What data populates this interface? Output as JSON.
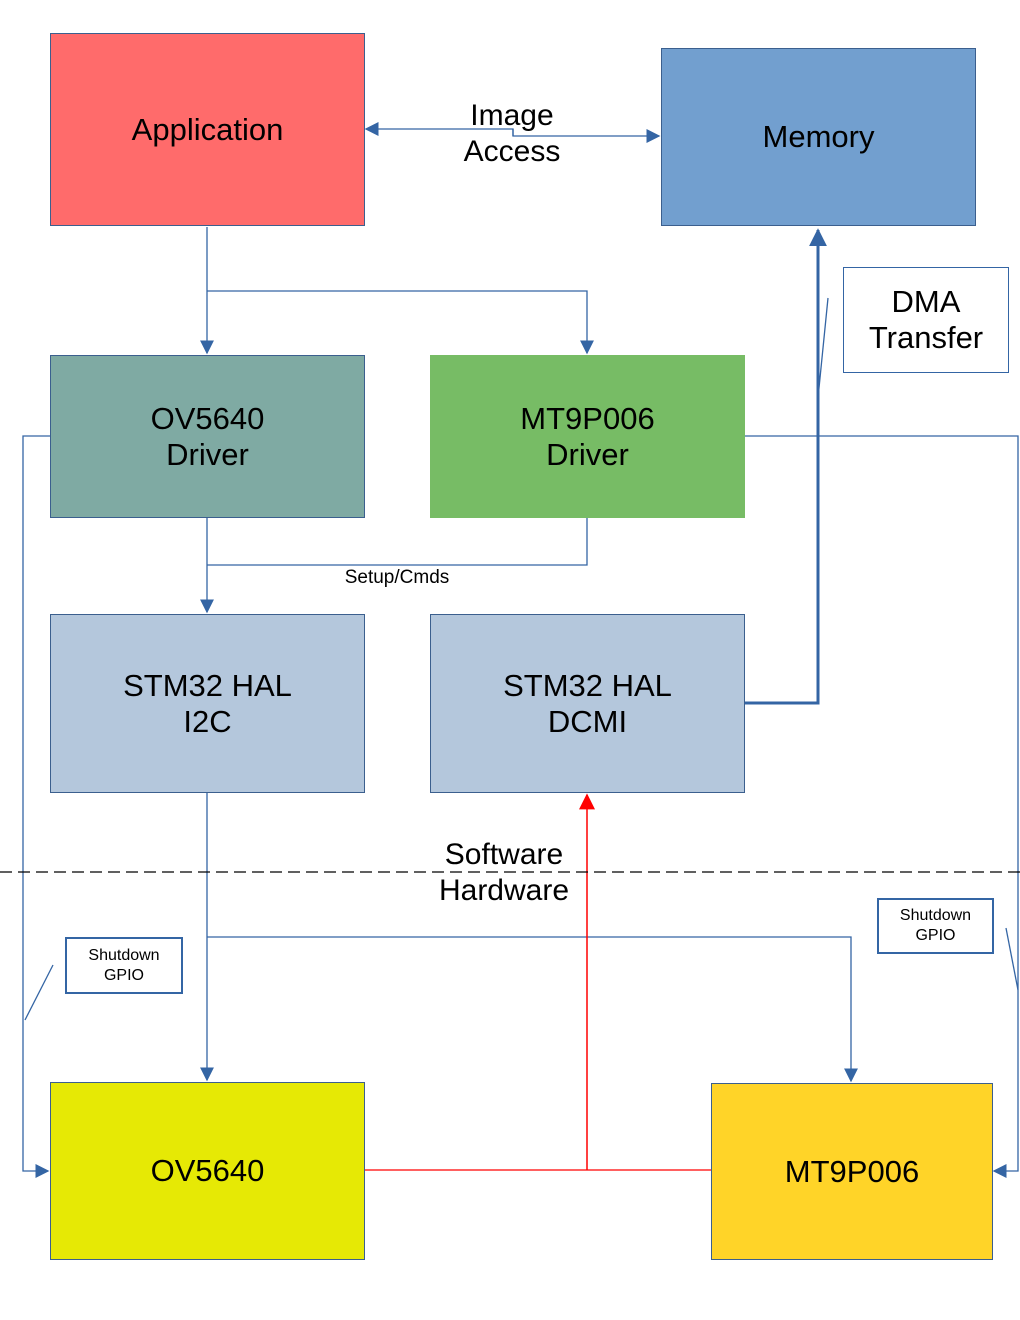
{
  "blocks": {
    "application": "Application",
    "memory": "Memory",
    "ov5640_driver": "OV5640\nDriver",
    "mt9p006_driver": "MT9P006\nDriver",
    "hal_i2c": "STM32 HAL\nI2C",
    "hal_dcmi": "STM32 HAL\nDCMI",
    "ov5640": "OV5640",
    "mt9p006": "MT9P006"
  },
  "annotations": {
    "image_access": "Image\nAccess",
    "dma_transfer": "DMA\nTransfer",
    "setup_cmds": "Setup/Cmds",
    "software": "Software",
    "hardware": "Hardware",
    "shutdown_gpio_left": "Shutdown\nGPIO",
    "shutdown_gpio_right": "Shutdown\nGPIO"
  },
  "colors": {
    "application": "#ff6b6b",
    "memory": "#729fcf",
    "ov5640_driver": "#7faaa3",
    "mt9p006_driver": "#77bc65",
    "hal": "#b4c7dc",
    "ov5640": "#e6e905",
    "mt9p006": "#ffd428",
    "connector": "#3465a4",
    "data_path": "#ff0000"
  }
}
